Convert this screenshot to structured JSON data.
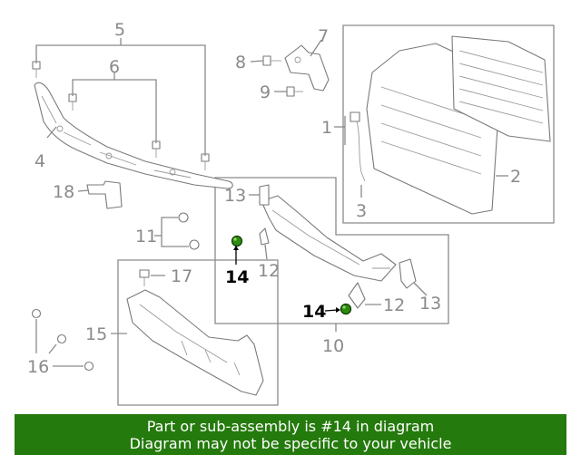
{
  "diagram": {
    "callouts": [
      "1",
      "2",
      "3",
      "4",
      "5",
      "6",
      "7",
      "8",
      "9",
      "10",
      "11",
      "12",
      "12",
      "13",
      "13",
      "14",
      "14",
      "15",
      "16",
      "17",
      "18"
    ],
    "highlight_color": "#2f8a10"
  },
  "banner": {
    "line1": "Part or sub-assembly is #14 in diagram",
    "line2": "Diagram may not be specific to your vehicle",
    "background": "#247a0c"
  }
}
